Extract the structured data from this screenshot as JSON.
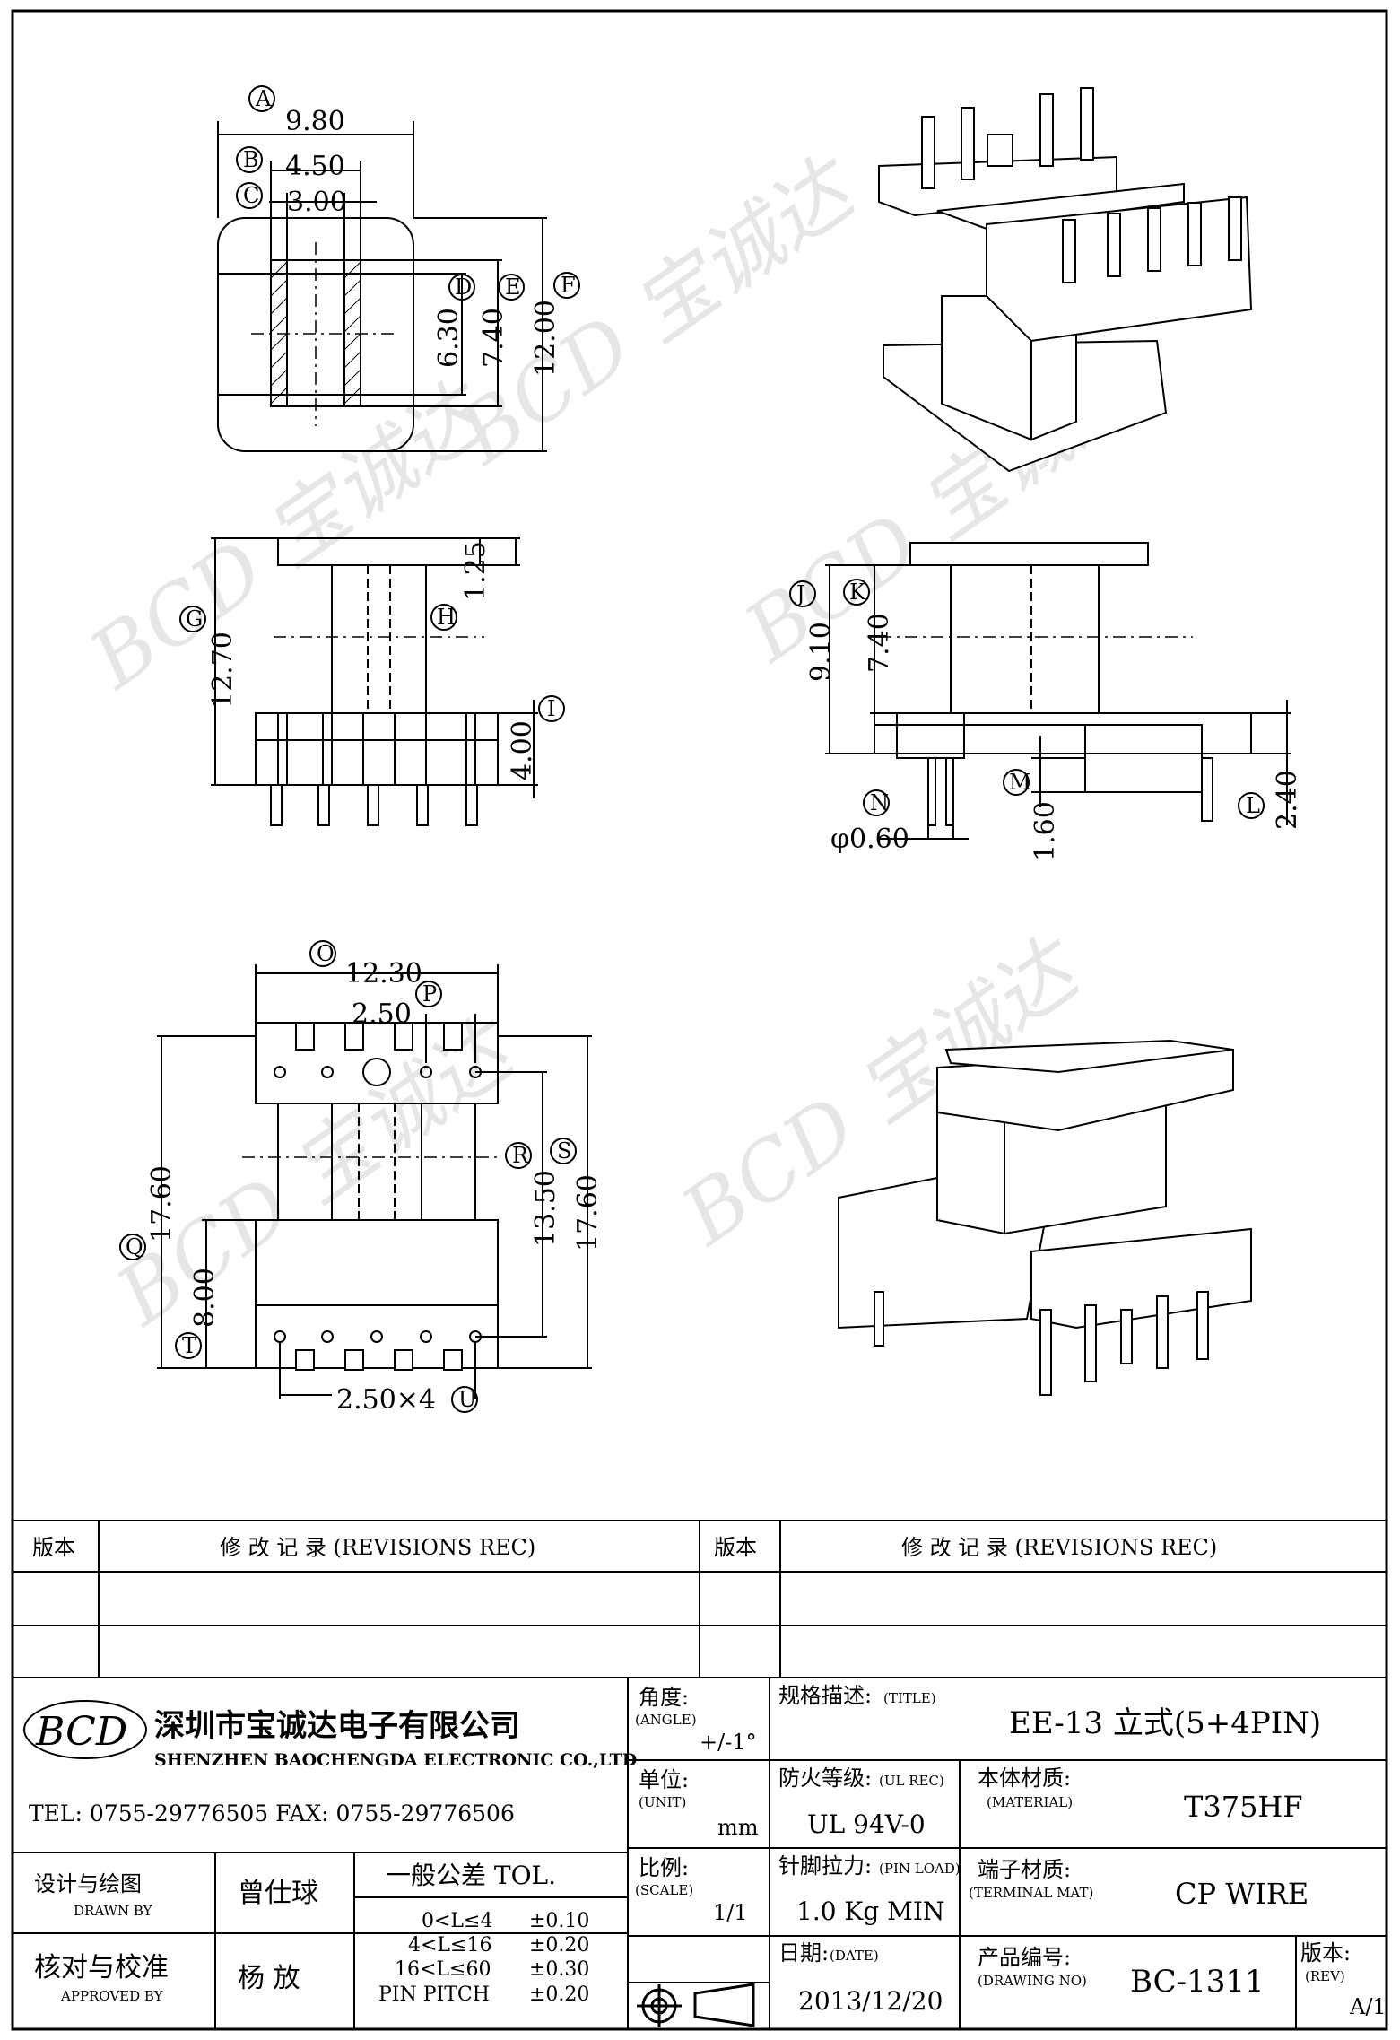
{
  "drawing": {
    "dimensions": [
      {
        "id": "A",
        "value": "9.80"
      },
      {
        "id": "B",
        "value": "4.50"
      },
      {
        "id": "C",
        "value": "3.00"
      },
      {
        "id": "D",
        "value": "6.30"
      },
      {
        "id": "E",
        "value": "7.40"
      },
      {
        "id": "F",
        "value": "12.00"
      },
      {
        "id": "G",
        "value": "12.70"
      },
      {
        "id": "H",
        "value": "1.25"
      },
      {
        "id": "I",
        "value": "4.00"
      },
      {
        "id": "J",
        "value": "9.10"
      },
      {
        "id": "K",
        "value": "7.40"
      },
      {
        "id": "L",
        "value": "2.40"
      },
      {
        "id": "M",
        "value": "1.60"
      },
      {
        "id": "N",
        "value": "φ0.60"
      },
      {
        "id": "O",
        "value": "12.30"
      },
      {
        "id": "P",
        "value": "2.50"
      },
      {
        "id": "Q",
        "value": "17.60"
      },
      {
        "id": "R",
        "value": "13.50"
      },
      {
        "id": "S",
        "value": "17.60"
      },
      {
        "id": "T",
        "value": "8.00"
      },
      {
        "id": "U",
        "value": "2.50×4"
      }
    ],
    "watermark_text": "BCD 宝诚达"
  },
  "revisions": {
    "version_header": "版本",
    "record_header": "修 改 记 录 (REVISIONS REC)"
  },
  "company": {
    "logo_text": "BCD",
    "name_cn": "深圳市宝诚达电子有限公司",
    "name_en": "SHENZHEN BAOCHENGDA ELECTRONIC CO.,LTD",
    "contact": "TEL: 0755-29776505  FAX: 0755-29776506"
  },
  "title_block": {
    "angle_label": "角度:",
    "angle_sub": "(ANGLE)",
    "angle_value": "+/-1°",
    "unit_label": "单位:",
    "unit_sub": "(UNIT)",
    "unit_value": "mm",
    "scale_label": "比例:",
    "scale_sub": "(SCALE)",
    "scale_value": "1/1",
    "title_label": "规格描述:",
    "title_sub": "(TITLE)",
    "title_value": "EE-13 立式(5+4PIN)",
    "ul_label": "防火等级:",
    "ul_sub": "(UL REC)",
    "ul_value": "UL 94V-0",
    "material_label": "本体材质:",
    "material_sub": "(MATERIAL)",
    "material_value": "T375HF",
    "pinload_label": "针脚拉力:",
    "pinload_sub": "(PIN LOAD)",
    "pinload_value": "1.0 Kg MIN",
    "terminal_label": "端子材质:",
    "terminal_sub": "(TERMINAL MAT)",
    "terminal_value": "CP WIRE",
    "date_label": "日期:",
    "date_sub": "(DATE)",
    "date_value": "2013/12/20",
    "drawing_no_label": "产品编号:",
    "drawing_no_sub": "(DRAWING NO)",
    "drawing_no_value": "BC-1311",
    "rev_label": "版本:",
    "rev_sub": "(REV)",
    "rev_value": "A/1",
    "drawn_label": "设计与绘图",
    "drawn_sub": "DRAWN BY",
    "drawn_value": "曾仕球",
    "approved_label": "核对与校准",
    "approved_sub": "APPROVED BY",
    "approved_value": "杨  放",
    "tol_title": "一般公差 TOL.",
    "tol_rows": [
      {
        "range": "0<L≤4",
        "value": "±0.10"
      },
      {
        "range": "4<L≤16",
        "value": "±0.20"
      },
      {
        "range": "16<L≤60",
        "value": "±0.30"
      },
      {
        "range": "PIN PITCH",
        "value": "±0.20"
      }
    ]
  }
}
